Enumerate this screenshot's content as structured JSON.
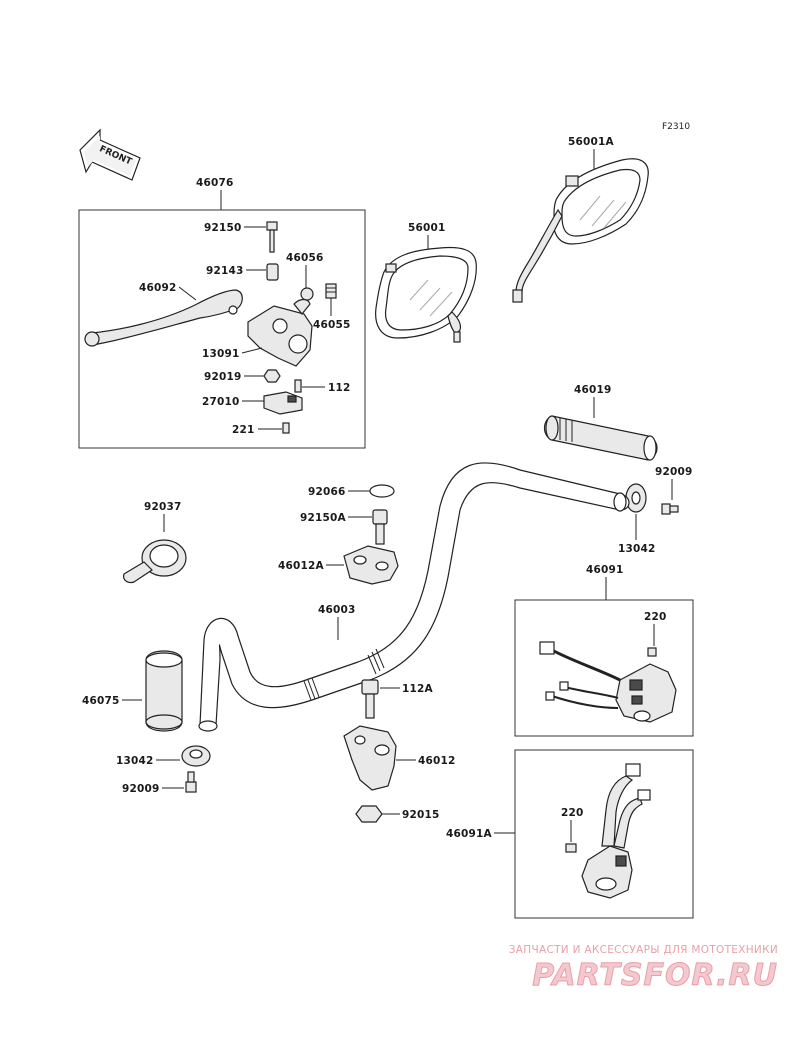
{
  "figure_code": "F2310",
  "front_label": "FRONT",
  "parts": {
    "p46076": "46076",
    "p92150": "92150",
    "p92143": "92143",
    "p46056": "46056",
    "p46092": "46092",
    "p46055": "46055",
    "p13091": "13091",
    "p92019": "92019",
    "p112": "112",
    "p27010": "27010",
    "p221": "221",
    "p56001": "56001",
    "p56001A": "56001A",
    "p46019": "46019",
    "p92009a": "92009",
    "p13042a": "13042",
    "p92066": "92066",
    "p92150A": "92150A",
    "p92037": "92037",
    "p46012A": "46012A",
    "p46003": "46003",
    "p46091": "46091",
    "p220a": "220",
    "p46075": "46075",
    "p112A": "112A",
    "p13042b": "13042",
    "p46012": "46012",
    "p92009b": "92009",
    "p92015": "92015",
    "p220b": "220",
    "p46091A": "46091A"
  },
  "watermark": {
    "top_text": "ЗАПЧАСТИ И АКСЕССУАРЫ ДЛЯ МОТОТЕХНИКИ",
    "logo_text": "PARTSFOR.RU"
  },
  "colors": {
    "line": "#222222",
    "part_fill": "#e9e9e9",
    "watermark": "#e8a0a8"
  }
}
